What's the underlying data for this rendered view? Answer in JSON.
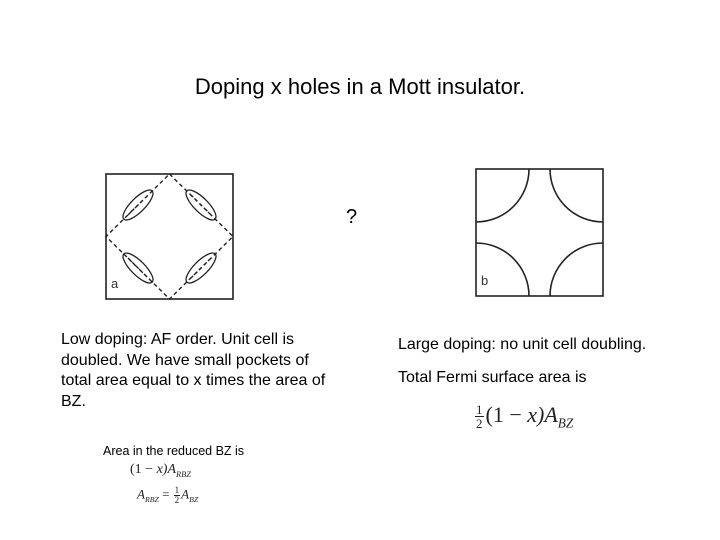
{
  "title": "Doping x holes in a Mott insulator.",
  "question_mark": "?",
  "panel_a": {
    "label": "a"
  },
  "panel_b": {
    "label": "b"
  },
  "left_text": "Low doping: AF order. Unit cell is doubled. We have small pockets of total area equal to x times the area of BZ.",
  "left_area_text": "Area in the reduced BZ is",
  "left_formula_1": {
    "open": "(1",
    "minus": "−",
    "var": "x)",
    "A": "A",
    "sub": "RBZ"
  },
  "left_formula_2": {
    "A": "A",
    "sub1": "RBZ",
    "eq": "=",
    "num": "1",
    "den": "2",
    "A2": "A",
    "sub2": "BZ"
  },
  "right_text_1": "Large doping: no unit cell doubling.",
  "right_text_2": "Total Fermi surface area is",
  "right_formula": {
    "num": "1",
    "den": "2",
    "open": "(1",
    "minus": "−",
    "var": "x)",
    "A": "A",
    "sub": "BZ"
  }
}
